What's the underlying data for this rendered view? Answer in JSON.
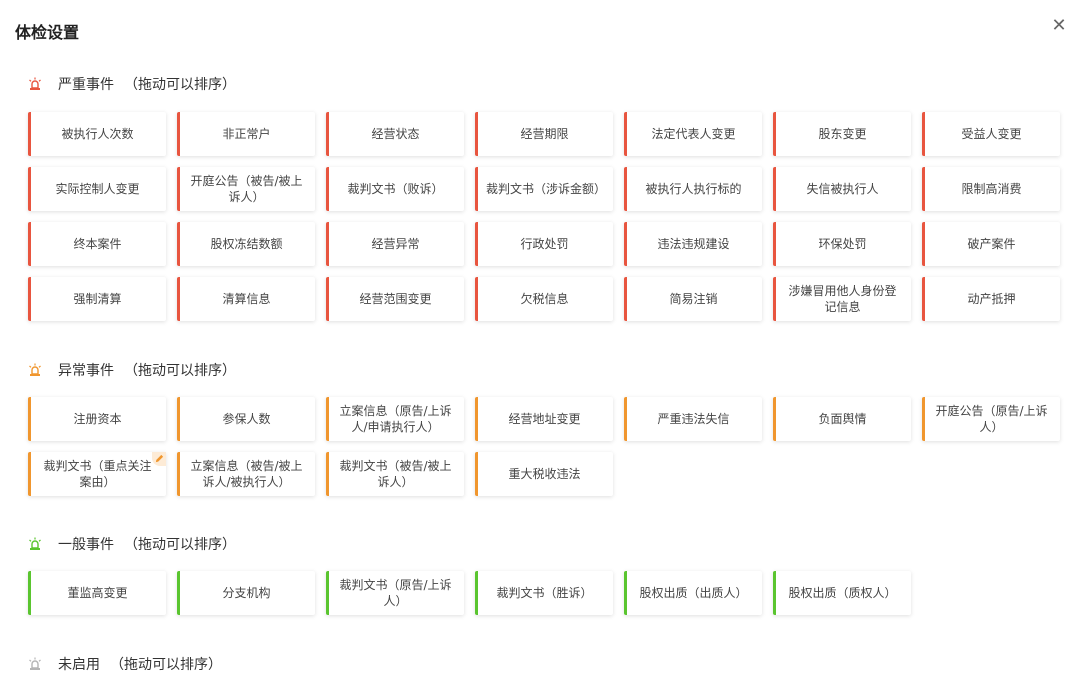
{
  "dialog": {
    "title": "体检设置"
  },
  "colors": {
    "severe": "#e8553f",
    "abnormal": "#f0962e",
    "general": "#5ac52f",
    "disabled": "#b5b5b5"
  },
  "sections": [
    {
      "id": "severe",
      "name": "严重事件",
      "hint": "（拖动可以排序）",
      "items": [
        "被执行人次数",
        "非正常户",
        "经营状态",
        "经营期限",
        "法定代表人变更",
        "股东变更",
        "受益人变更",
        "实际控制人变更",
        "开庭公告（被告/被上诉人）",
        "裁判文书（败诉）",
        "裁判文书（涉诉金额）",
        "被执行人执行标的",
        "失信被执行人",
        "限制高消费",
        "终本案件",
        "股权冻结数额",
        "经营异常",
        "行政处罚",
        "违法违规建设",
        "环保处罚",
        "破产案件",
        "强制清算",
        "清算信息",
        "经营范围变更",
        "欠税信息",
        "简易注销",
        "涉嫌冒用他人身份登记信息",
        "动产抵押"
      ]
    },
    {
      "id": "abnormal",
      "name": "异常事件",
      "hint": "（拖动可以排序）",
      "items": [
        "注册资本",
        "参保人数",
        "立案信息（原告/上诉人/申请执行人）",
        "经营地址变更",
        "严重违法失信",
        "负面舆情",
        "开庭公告（原告/上诉人）",
        "裁判文书（重点关注案由）",
        "立案信息（被告/被上诉人/被执行人）",
        "裁判文书（被告/被上诉人）",
        "重大税收违法"
      ]
    },
    {
      "id": "general",
      "name": "一般事件",
      "hint": "（拖动可以排序）",
      "items": [
        "董监高变更",
        "分支机构",
        "裁判文书（原告/上诉人）",
        "裁判文书（胜诉）",
        "股权出质（出质人）",
        "股权出质（质权人）"
      ]
    },
    {
      "id": "disabled",
      "name": "未启用",
      "hint": "（拖动可以排序）",
      "items": []
    }
  ]
}
